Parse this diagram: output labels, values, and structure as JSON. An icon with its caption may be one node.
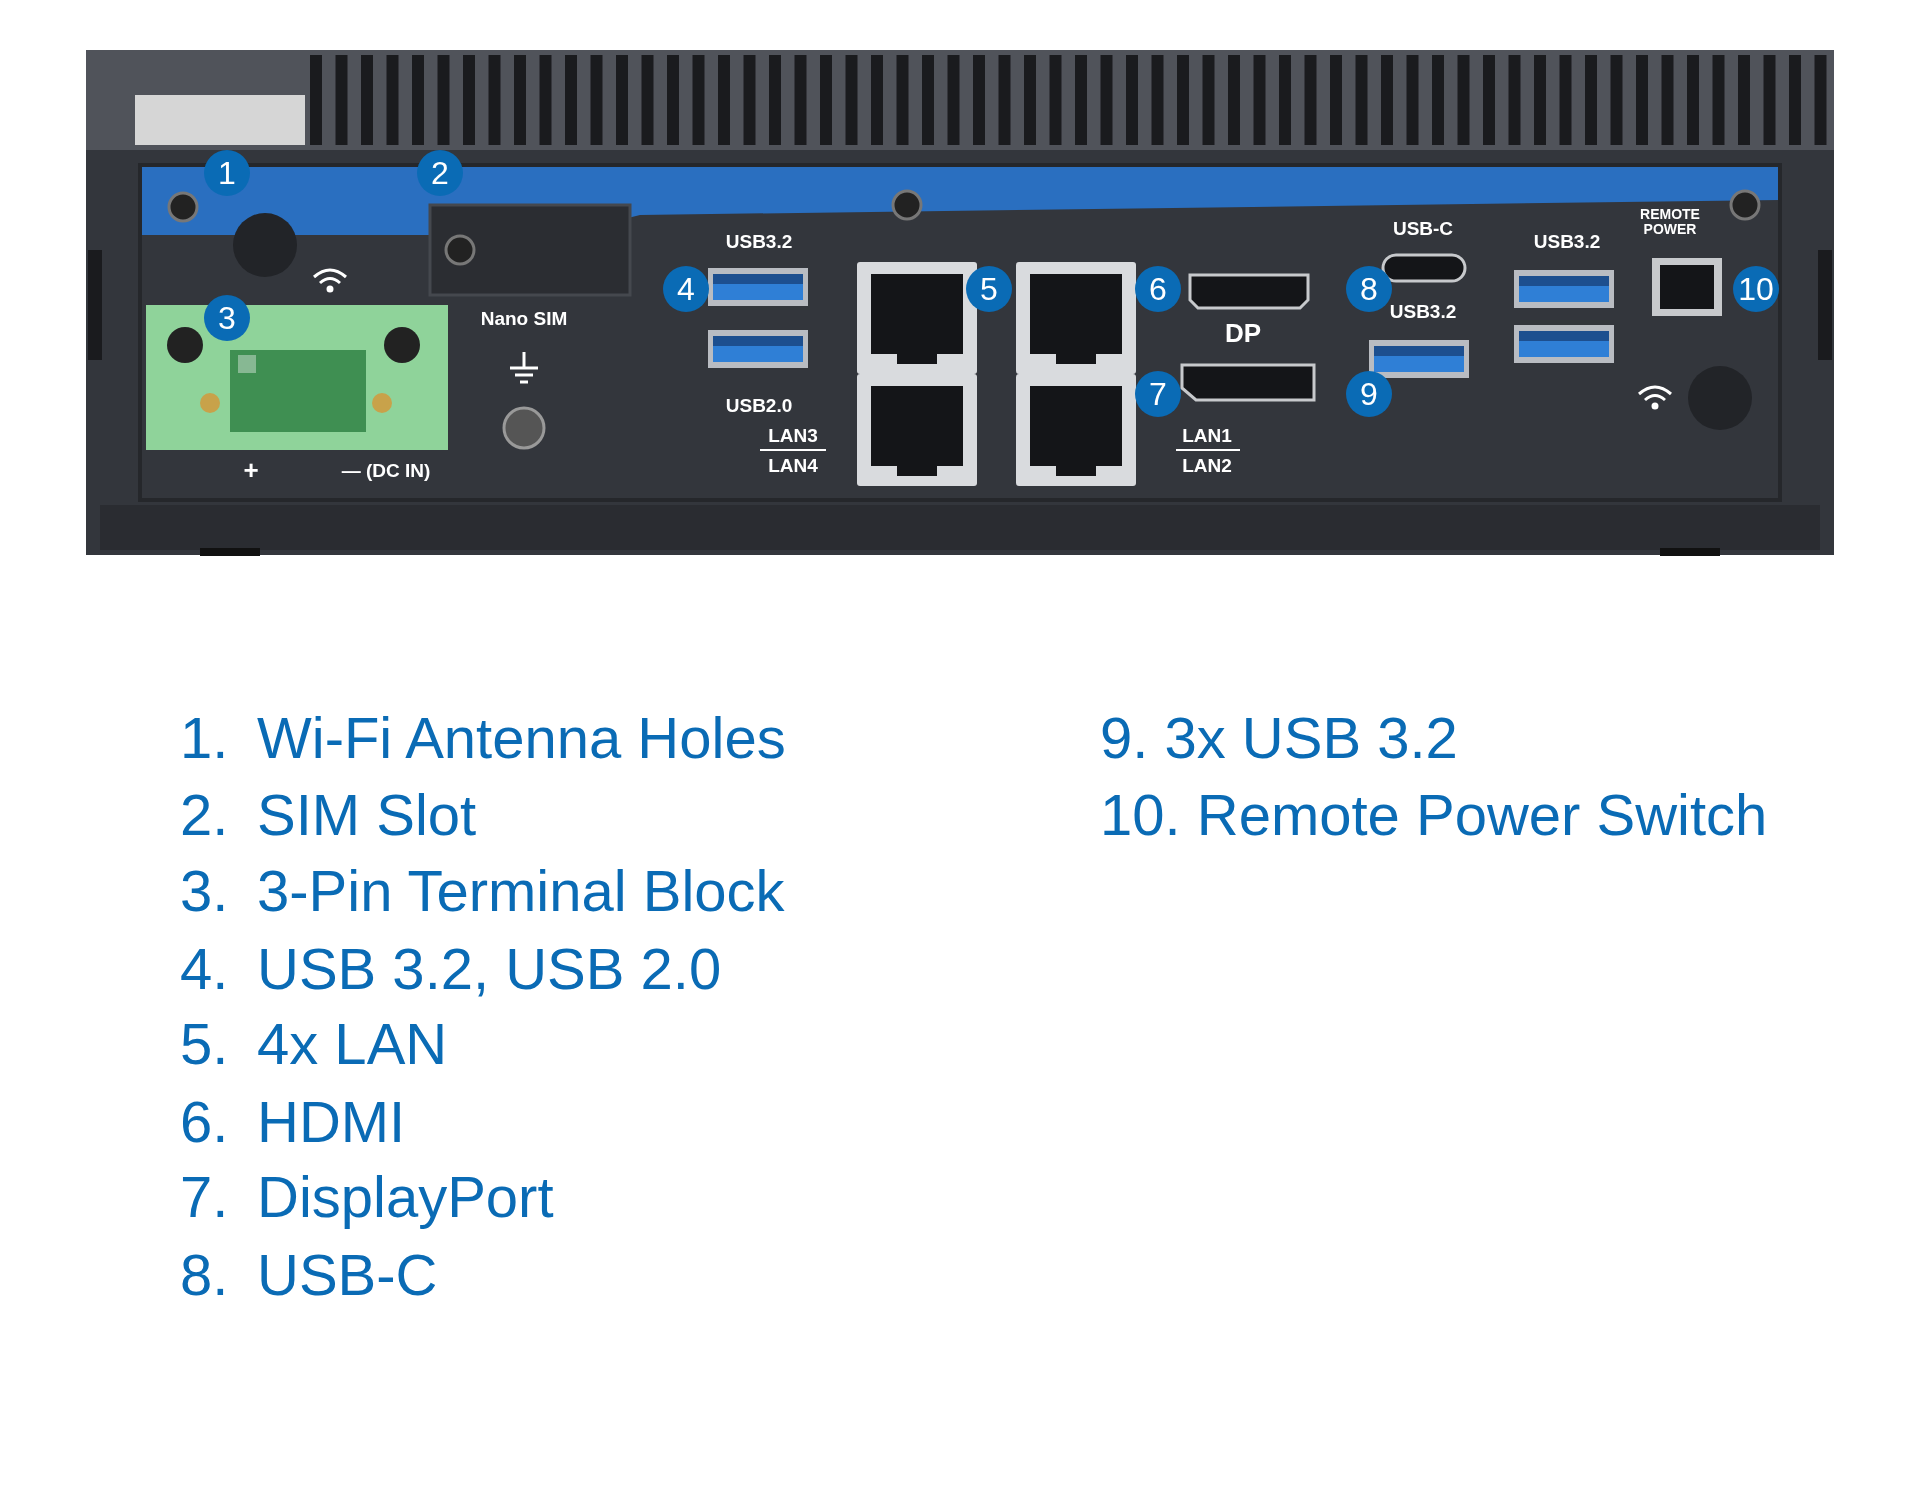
{
  "diagram": {
    "labels": [
      "1",
      "2",
      "USB3.2",
      "USB-C",
      "REMOTE POWER",
      "USB3.2",
      "3",
      "4",
      "5",
      "6",
      "8",
      "10",
      "Nano SIM",
      "DP",
      "USB3.2",
      "7",
      "9",
      "USB2.0",
      "LAN3",
      "LAN1",
      "+",
      "— (DC IN)",
      "LAN4",
      "LAN2",
      "1.",
      "Wi-Fi Antenna Holes",
      "9. 3x USB 3.2",
      "2.",
      "SIM Slot",
      "10. Remote Power Switch",
      "3.",
      "3-Pin Terminal Block",
      "4.",
      "USB 3.2, USB 2.0",
      "5.",
      "4x LAN",
      "6.",
      "HDMI",
      "7.",
      "DisplayPort",
      "8.",
      "USB-C"
    ]
  }
}
